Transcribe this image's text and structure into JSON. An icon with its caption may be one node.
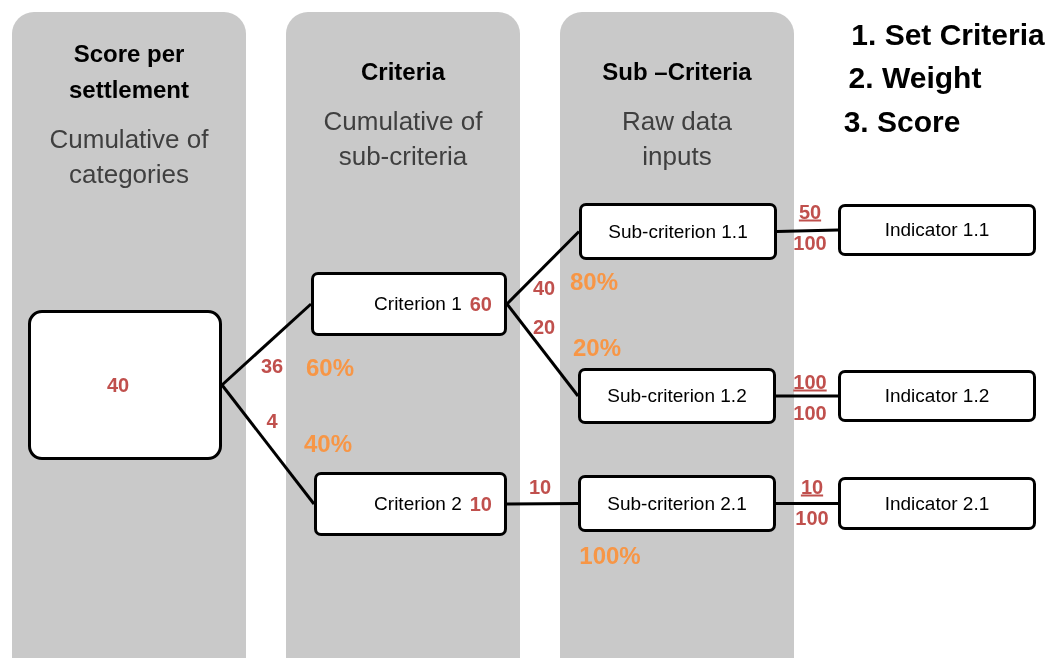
{
  "diagram": {
    "nodes": [
      {
        "text": [
          "Score per settlement",
          "Cumulative of categories"
        ]
      },
      {
        "text": [
          "40"
        ],
        "in": 0
      },
      {
        "text": [
          "Criteria",
          "Cumulative of sub-criteria"
        ]
      },
      {
        "text": [
          "Criterion 1",
          "60"
        ],
        "in": 2
      },
      {
        "text": [
          "Criterion 2",
          "10"
        ],
        "in": 2
      },
      {
        "text": [
          "Sub –Criteria",
          "Raw data inputs"
        ]
      },
      {
        "text": [
          "Sub-criterion 1.1"
        ],
        "in": 5
      },
      {
        "text": [
          "Sub-criterion 1.2"
        ],
        "in": 5
      },
      {
        "text": [
          "Sub-criterion 2.1"
        ],
        "in": 5
      },
      {
        "text": [
          "Indicator 1.1"
        ]
      },
      {
        "text": [
          "Indicator 1.2"
        ]
      },
      {
        "text": [
          "Indicator 2.1"
        ]
      }
    ],
    "edges": [
      {
        "from": 1,
        "to": 3,
        "arrow": "none",
        "label": "36"
      },
      {
        "from": 1,
        "to": 4,
        "arrow": "none",
        "label": "4"
      },
      {
        "from": 3,
        "to": 6,
        "arrow": "none",
        "label": "40"
      },
      {
        "from": 3,
        "to": 7,
        "arrow": "none",
        "label": "20"
      },
      {
        "from": 4,
        "to": 8,
        "arrow": "none",
        "label": "10"
      },
      {
        "from": 6,
        "to": 9,
        "arrow": "none"
      },
      {
        "from": 7,
        "to": 10,
        "arrow": "none"
      },
      {
        "from": 8,
        "to": 11,
        "arrow": "none"
      }
    ],
    "labels": [
      "1. Set Criteria",
      "2. Weight",
      "3. Score",
      "50",
      "100",
      "80%",
      "20%",
      "100",
      "100",
      "60%",
      "40%",
      "10",
      "100",
      "100%"
    ]
  }
}
